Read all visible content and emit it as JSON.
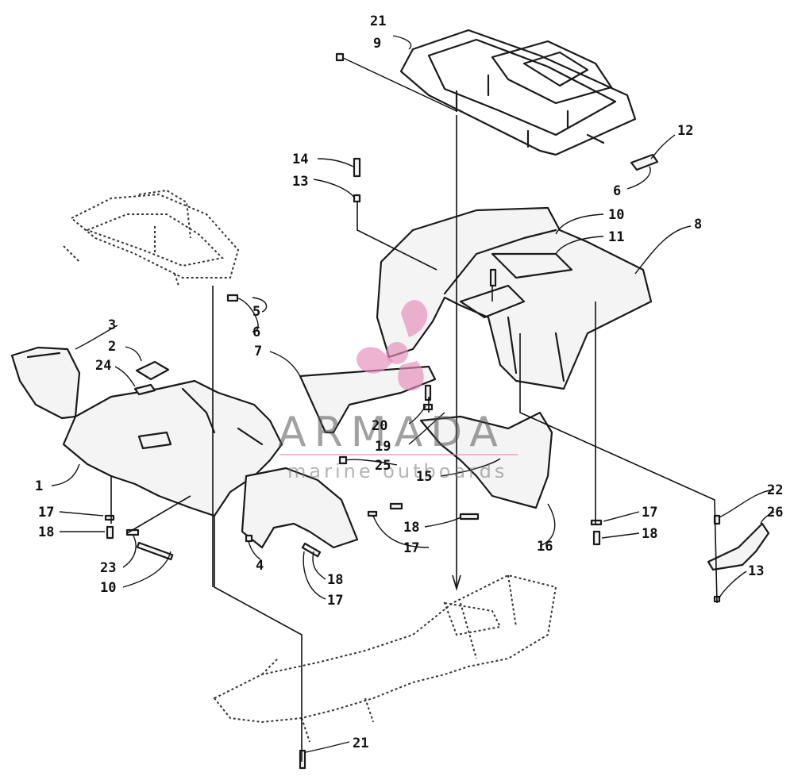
{
  "callouts": [
    {
      "id": "c21a",
      "text": "21"
    },
    {
      "id": "c9",
      "text": "9"
    },
    {
      "id": "c12",
      "text": "12"
    },
    {
      "id": "c6a",
      "text": "6"
    },
    {
      "id": "c14",
      "text": "14"
    },
    {
      "id": "c13a",
      "text": "13"
    },
    {
      "id": "c10a",
      "text": "10"
    },
    {
      "id": "c11",
      "text": "11"
    },
    {
      "id": "c8",
      "text": "8"
    },
    {
      "id": "c5",
      "text": "5"
    },
    {
      "id": "c6b",
      "text": "6"
    },
    {
      "id": "c3",
      "text": "3"
    },
    {
      "id": "c2",
      "text": "2"
    },
    {
      "id": "c7",
      "text": "7"
    },
    {
      "id": "c24",
      "text": "24"
    },
    {
      "id": "c20",
      "text": "20"
    },
    {
      "id": "c19",
      "text": "19"
    },
    {
      "id": "c25",
      "text": "25"
    },
    {
      "id": "c15",
      "text": "15"
    },
    {
      "id": "c1",
      "text": "1"
    },
    {
      "id": "c22",
      "text": "22"
    },
    {
      "id": "c26",
      "text": "26"
    },
    {
      "id": "c17a",
      "text": "17"
    },
    {
      "id": "c18a",
      "text": "18"
    },
    {
      "id": "c18b",
      "text": "18"
    },
    {
      "id": "c17b",
      "text": "17"
    },
    {
      "id": "c17c",
      "text": "17"
    },
    {
      "id": "c18c",
      "text": "18"
    },
    {
      "id": "c16",
      "text": "16"
    },
    {
      "id": "c4",
      "text": "4"
    },
    {
      "id": "c23",
      "text": "23"
    },
    {
      "id": "c10b",
      "text": "10"
    },
    {
      "id": "c18d",
      "text": "18"
    },
    {
      "id": "c17d",
      "text": "17"
    },
    {
      "id": "c13b",
      "text": "13"
    },
    {
      "id": "c21b",
      "text": "21"
    }
  ],
  "watermark": {
    "brand": "ARMADA",
    "tagline": "marine outboards",
    "color": "#e58ab8"
  }
}
